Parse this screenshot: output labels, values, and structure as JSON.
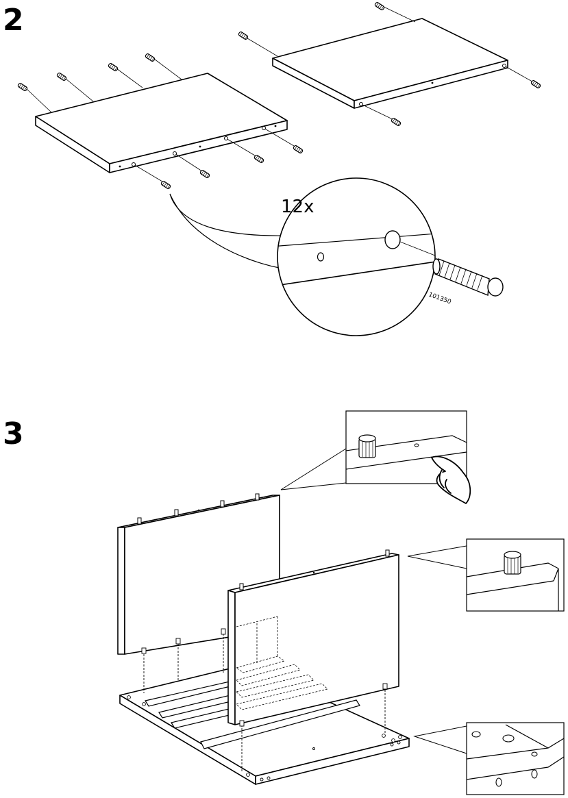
{
  "steps": [
    {
      "number": "2",
      "quantity_label": "12x",
      "part_number": "101350"
    },
    {
      "number": "3"
    }
  ]
}
